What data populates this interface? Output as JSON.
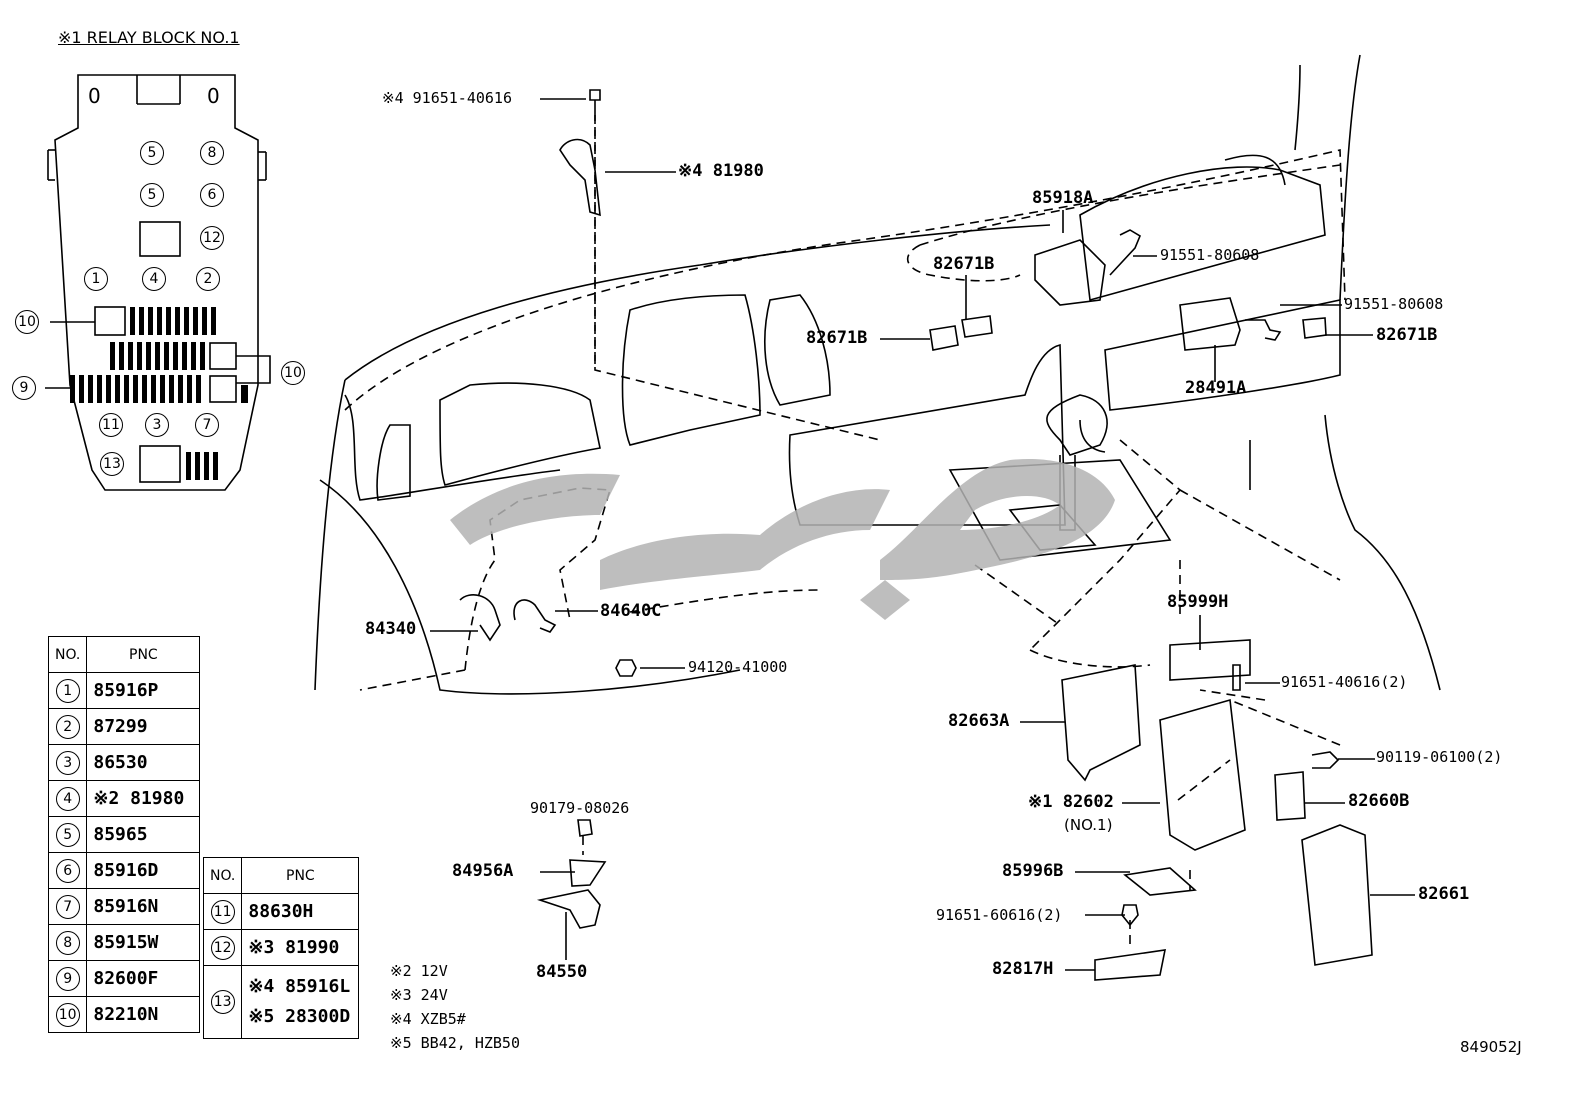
{
  "relay_block": {
    "title": "※1 RELAY BLOCK NO.1",
    "slots": [
      "5",
      "8",
      "5",
      "6",
      "12",
      "1",
      "4",
      "2",
      "11",
      "3",
      "7",
      "13"
    ],
    "callouts": [
      "10",
      "10",
      "9"
    ]
  },
  "table1": {
    "header": {
      "no": "NO.",
      "pnc": "PNC"
    },
    "rows": [
      {
        "no": "1",
        "pnc": "85916P"
      },
      {
        "no": "2",
        "pnc": "87299"
      },
      {
        "no": "3",
        "pnc": "86530"
      },
      {
        "no": "4",
        "pnc": "※2 81980"
      },
      {
        "no": "5",
        "pnc": "85965"
      },
      {
        "no": "6",
        "pnc": "85916D"
      },
      {
        "no": "7",
        "pnc": "85916N"
      },
      {
        "no": "8",
        "pnc": "85915W"
      },
      {
        "no": "9",
        "pnc": "82600F"
      },
      {
        "no": "10",
        "pnc": "82210N"
      }
    ]
  },
  "table2": {
    "header": {
      "no": "NO.",
      "pnc": "PNC"
    },
    "rows": [
      {
        "no": "11",
        "pnc": "88630H"
      },
      {
        "no": "12",
        "pnc": "※3 81990"
      },
      {
        "no": "13",
        "pnc": "※4 85916L",
        "pnc2": "※5 28300D"
      }
    ]
  },
  "notes": [
    "※2 12V",
    "※3 24V",
    "※4 XZB5#",
    "※5 BB42, HZB50"
  ],
  "callouts": {
    "c_91651_40616": "※4  91651-40616",
    "c_81980": "※4 81980",
    "c_85918A": "85918A",
    "c_82671B_top": "82671B",
    "c_91551_80608_a": "91551-80608",
    "c_91551_80608_b": "91551-80608",
    "c_82671B_left": "82671B",
    "c_82671B_right": "82671B",
    "c_28491A": "28491A",
    "c_84340": "84340",
    "c_84640C": "84640C",
    "c_94120_41000": "94120-41000",
    "c_85999H": "85999H",
    "c_91651_40616_2": "91651-40616(2)",
    "c_82663A": "82663A",
    "c_90119_06100_2": "90119-06100(2)",
    "c_82602": "※1 82602",
    "c_no1": "(NO.1)",
    "c_82660B": "82660B",
    "c_90179_08026": "90179-08026",
    "c_84956A": "84956A",
    "c_84550": "84550",
    "c_85996B": "85996B",
    "c_82661": "82661",
    "c_91651_60616_2": "91651-60616(2)",
    "c_82817H": "82817H"
  },
  "figure_id": "849052J"
}
